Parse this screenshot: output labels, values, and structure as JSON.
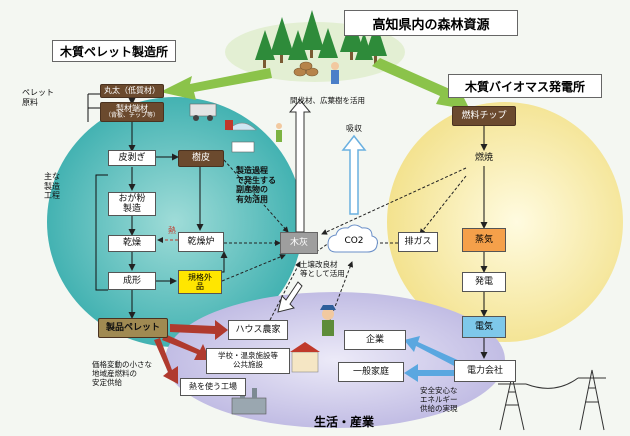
{
  "titles": {
    "forest": "高知県内の森林資源",
    "pellet_plant": "木質ペレット製造所",
    "biomass_plant": "木質バイオマス発電所",
    "life_industry": "生活・産業"
  },
  "pellet_plant": {
    "raw_label": "ペレット\n原料",
    "raw_logs": "丸太（低質材）",
    "raw_offcuts": "製材端材",
    "raw_offcuts_sub": "（背板、チップ等）",
    "process_label": "主な\n製造\n工程",
    "debark": "皮剥ぎ",
    "bark": "樹皮",
    "sawdust": "おが粉\n製造",
    "drying": "乾燥",
    "dryer": "乾燥炉",
    "heat": "熱",
    "forming": "成形",
    "nonstandard": "規格外\n品",
    "product": "製品ペレット",
    "byproduct_note": "製造過程\nで発生する\n副産物の\n有効活用"
  },
  "forest": {
    "thinning_note": "間伐材、広葉樹を活用"
  },
  "center": {
    "absorb": "吸収",
    "ash": "木灰",
    "co2": "CO2",
    "soil_note": "土壌改良材\n等として活用"
  },
  "biomass_plant": {
    "fuel_chip": "燃料チップ",
    "combustion": "燃焼",
    "exhaust": "排ガス",
    "steam": "蒸気",
    "generation": "発電",
    "electricity": "電気",
    "power_company": "電力会社",
    "supply_note": "安全安心な\nエネルギー\n供給の実現"
  },
  "life": {
    "greenhouse_farm": "ハウス農家",
    "school": "学校・温泉施設等\n公共施設",
    "factory": "熱を使う工場",
    "company": "企業",
    "household": "一般家庭",
    "price_note": "価格変動の小さな\n地域産燃料の\n安定供給"
  },
  "colors": {
    "teal": "#3fb3b3",
    "yellow": "#f6eaa0",
    "lavender": "#c9c6e8",
    "green_arrow": "#8bc34a",
    "red_arrow": "#c0392b",
    "blue_arrow": "#5aa7e0",
    "brown_box": "#6b4a2e",
    "steam_orange": "#f5a04a",
    "electric_blue": "#7ec8ea",
    "nonstandard_yellow": "#ffe600"
  }
}
